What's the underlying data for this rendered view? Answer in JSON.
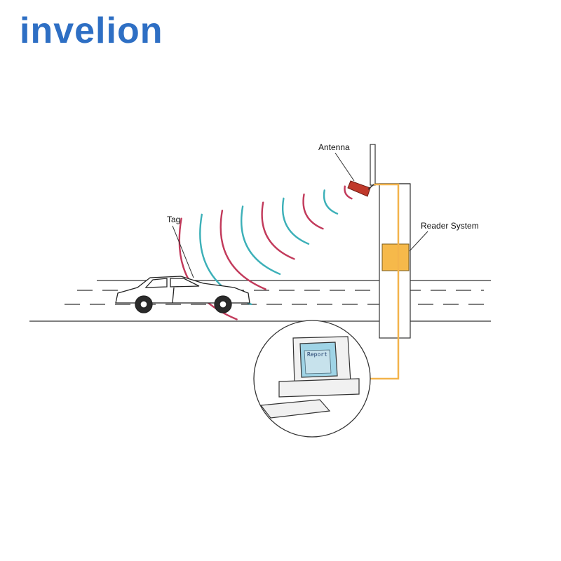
{
  "brand": {
    "name": "invelion",
    "color": "#2e6fc4"
  },
  "labels": {
    "antenna": "Antenna",
    "tag": "Tag",
    "reader_system": "Reader System",
    "screen": "Report"
  },
  "colors": {
    "wave_red": "#c23a5b",
    "wave_teal": "#3cb0b8",
    "cable": "#f3b34b",
    "reader_box": "#f6b94a",
    "antenna": "#c0392b",
    "ink": "#222222"
  },
  "icons": [
    "car-icon",
    "computer-icon",
    "antenna-icon",
    "reader-box-icon"
  ]
}
